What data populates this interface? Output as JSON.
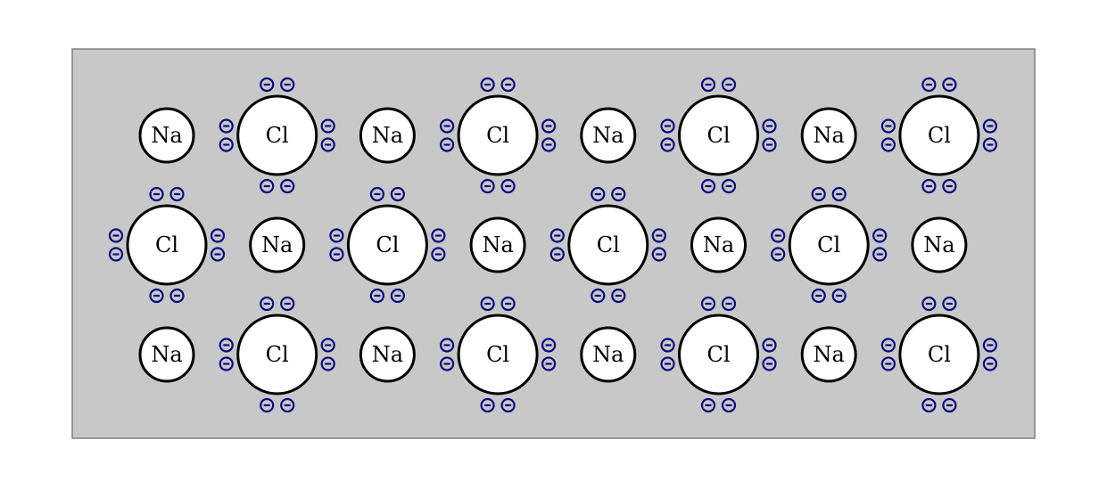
{
  "lattice": {
    "rows": [
      [
        "Na",
        "Cl",
        "Na",
        "Cl",
        "Na",
        "Cl",
        "Na",
        "Cl"
      ],
      [
        "Cl",
        "Na",
        "Cl",
        "Na",
        "Cl",
        "Na",
        "Cl",
        "Na"
      ],
      [
        "Na",
        "Cl",
        "Na",
        "Cl",
        "Na",
        "Cl",
        "Na",
        "Cl"
      ]
    ],
    "electrons_per_chloride": 8
  },
  "colors": {
    "background_panel": "#c8c8c8",
    "panel_border": "#808080",
    "ion_fill": "#ffffff",
    "ion_stroke": "#000000",
    "electron": "#0a0a80"
  }
}
